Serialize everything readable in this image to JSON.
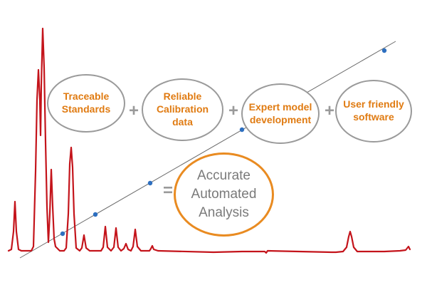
{
  "diagram": {
    "components": [
      {
        "id": "traceable",
        "label": "Traceable\nStandards"
      },
      {
        "id": "calibration",
        "label": "Reliable\nCalibration\ndata"
      },
      {
        "id": "expert",
        "label": "Expert model\ndevelopment"
      },
      {
        "id": "software",
        "label": "User friendly\nsoftware"
      }
    ],
    "operators": [
      "+",
      "+",
      "+",
      "="
    ],
    "result": {
      "label": "Accurate\nAutomated\nAnalysis"
    },
    "colors": {
      "spectrum": "#c4141b",
      "calibration_line": "#6b6b6b",
      "calibration_points": "#2d6fc0",
      "bubble_border": "#9a9a9a",
      "bubble_text": "#e07b12",
      "result_border": "#e98b21",
      "result_text": "#7a7a7a"
    }
  }
}
